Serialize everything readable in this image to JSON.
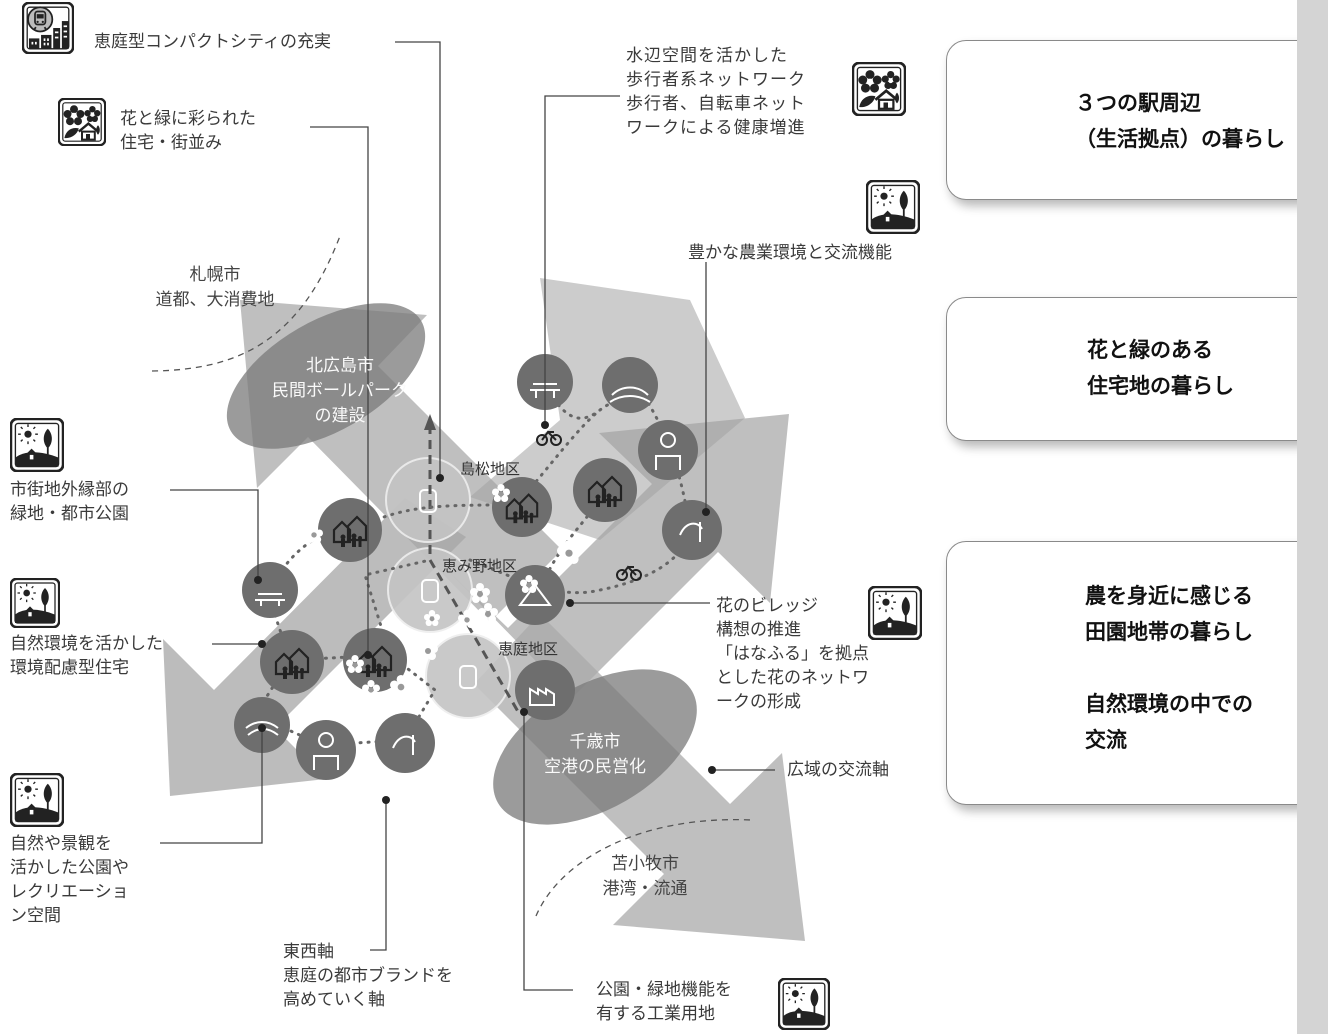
{
  "annotations": {
    "compact_city": "恵庭型コンパクトシティの充実",
    "flowers_housing": "花と緑に彩られた\n住宅・街並み",
    "waterside": "水辺空間を活かした\n歩行者系ネットワーク\n歩行者、自転車ネット\nワークによる健康増進",
    "agriculture": "豊かな農業環境と交流機能",
    "urban_edge": "市街地外縁部の\n緑地・都市公園",
    "eco_housing": "自然環境を活かした\n環境配慮型住宅",
    "parks": "自然や景観を\n活かした公園や\nレクリエーショ\nン空間",
    "east_west": "東西軸\n恵庭の都市ブランドを\n高めていく軸",
    "industrial": "公園・緑地機能を\n有する工業用地",
    "flower_village": "花のビレッジ\n構想の推進\n「はなふる」を拠点\nとした花のネットワ\nークの形成",
    "wide_axis": "広域の交流軸"
  },
  "cities": {
    "sapporo": "札幌市\n道都、大消費地",
    "kitahiroshima": "北広島市\n民間ボールパーク\nの建設",
    "chitose": "千歳市\n空港の民営化",
    "tomakomai": "苫小牧市\n港湾・流通"
  },
  "districts": {
    "shimamatsu": "島松地区",
    "megumino": "恵み野地区",
    "eniwa": "恵庭地区"
  },
  "cards": [
    {
      "text": "３つの駅周辺\n（生活拠点）の暮らし",
      "icon": "station-city-icon"
    },
    {
      "text": "花と緑のある\n住宅地の暮らし",
      "icon": "flower-house-icon"
    },
    {
      "text": "農を身近に感じる\n田園地帯の暮らし\n\n自然環境の中での\n交流",
      "icon": "farm-landscape-icon"
    }
  ]
}
